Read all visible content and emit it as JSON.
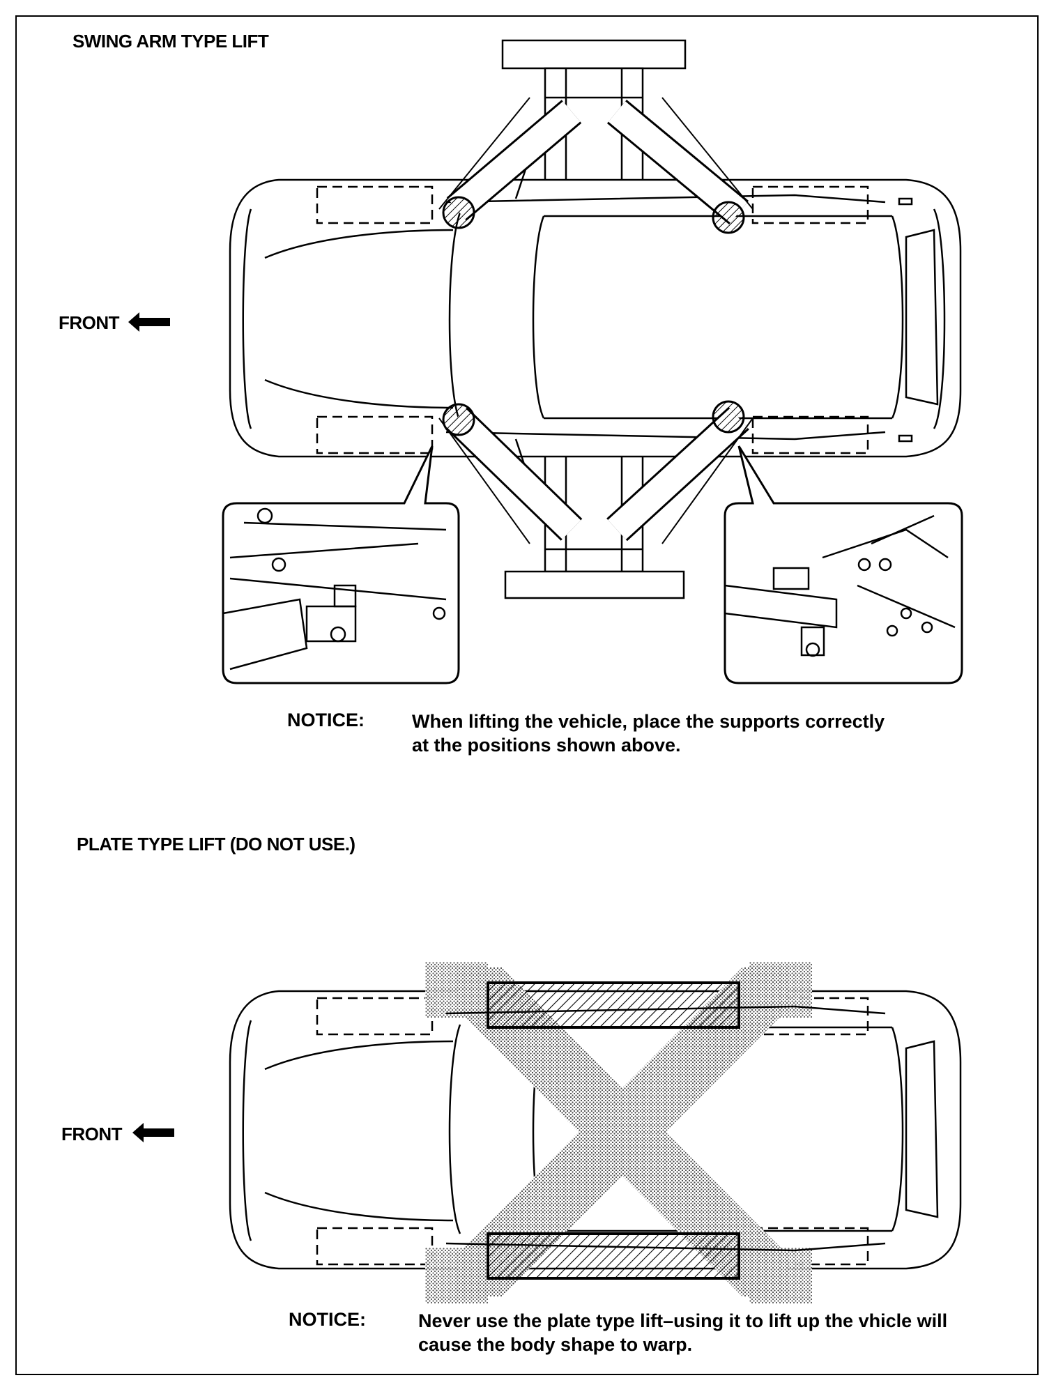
{
  "section1": {
    "title": "SWING ARM TYPE LIFT",
    "front_label": "FRONT",
    "notice_label": "NOTICE:",
    "notice_line1": "When lifting the vehicle, place the supports correctly",
    "notice_line2": "at the positions shown above."
  },
  "section2": {
    "title": "PLATE TYPE LIFT (DO NOT USE.)",
    "front_label": "FRONT",
    "notice_label": "NOTICE:",
    "notice_line1": "Never use the plate type lift–using it to lift up the vhicle will",
    "notice_line2": "cause the body shape to warp."
  },
  "icons": {
    "front_arrow": "left-arrow-icon",
    "lift_point": "hatched-circle-icon",
    "prohibited": "cross-out-icon"
  }
}
